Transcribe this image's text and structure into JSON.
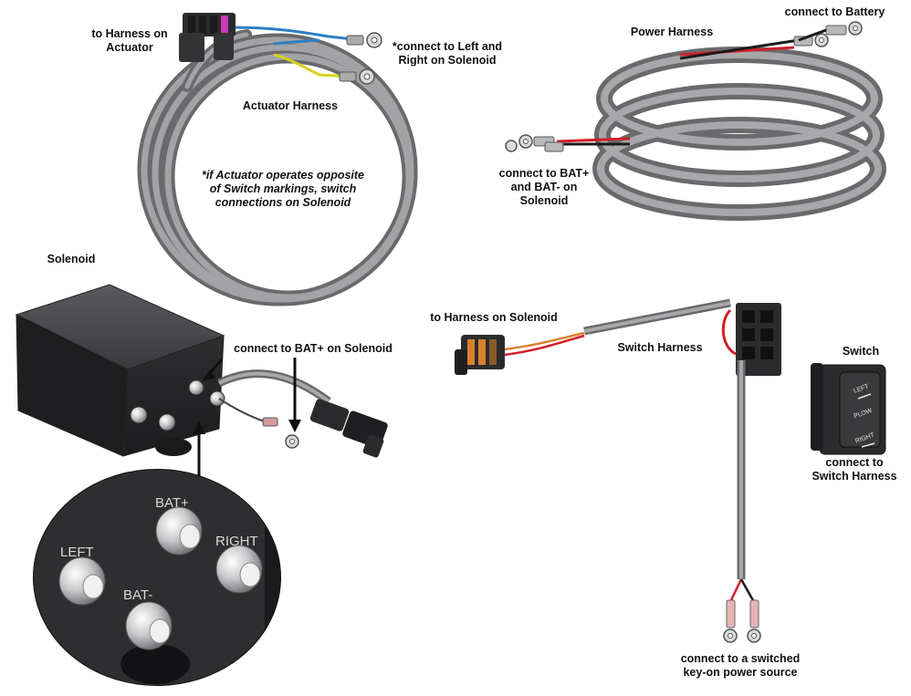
{
  "labels": {
    "to_harness_on_actuator": "to Harness on\nActuator",
    "connect_left_right": "*connect to Left and\nRight on Solenoid",
    "actuator_harness": "Actuator Harness",
    "note_opposite": "*if Actuator operates opposite\nof Switch markings, switch\nconnections on Solenoid",
    "power_harness": "Power Harness",
    "connect_to_battery": "connect to Battery",
    "connect_bat_plus_minus": "connect to BAT+\nand BAT- on\nSolenoid",
    "solenoid": "Solenoid",
    "connect_bat_plus_solenoid": "connect to BAT+ on Solenoid",
    "to_harness_on_solenoid": "to Harness on Solenoid",
    "switch_harness": "Switch Harness",
    "switch": "Switch",
    "connect_to_switch_harness": "connect to\nSwitch Harness",
    "connect_switched_source": "connect to a switched\nkey-on power source"
  },
  "terminals": {
    "bat_plus": "BAT+",
    "bat_minus": "BAT-",
    "left": "LEFT",
    "right": "RIGHT"
  },
  "switch_face": {
    "left": "LEFT",
    "plow": "PLOW",
    "right": "RIGHT"
  },
  "colors": {
    "cable": "#8a8a8c",
    "cable_dark": "#5f5f62",
    "wire_red": "#d0202a",
    "wire_black": "#1a1a1a",
    "wire_blue": "#2b7fc4",
    "wire_yellow": "#d7d21a",
    "wire_orange": "#d9822b",
    "housing": "#2b2b2d"
  }
}
